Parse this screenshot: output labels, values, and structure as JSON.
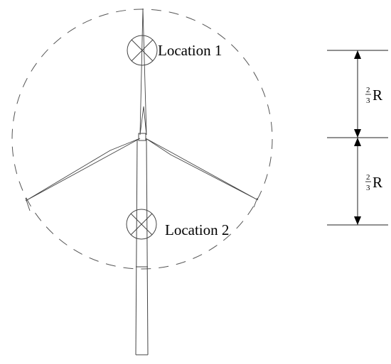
{
  "diagram": {
    "type": "wind-turbine-sensor-locations",
    "labels": {
      "location_1": "Location 1",
      "location_2": "Location 2"
    },
    "dimensions": [
      {
        "numerator": "2",
        "denominator": "3",
        "symbol": "R"
      },
      {
        "numerator": "2",
        "denominator": "3",
        "symbol": "R"
      }
    ],
    "colors": {
      "stroke": "#333333",
      "text": "#000000",
      "background": "#ffffff"
    }
  }
}
